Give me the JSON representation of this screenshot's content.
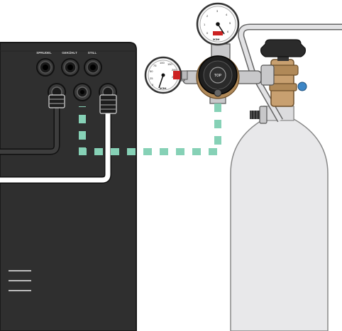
{
  "ports": {
    "labels": [
      "SPRUDEL",
      "GEKÜHLT",
      "STILL"
    ]
  },
  "gauges": {
    "left": {
      "brand": "ЖЭН",
      "ticks": [
        "0",
        "25",
        "50",
        "75",
        "100",
        "150",
        "200",
        "250"
      ]
    },
    "right": {
      "brand": "ЖЭН",
      "ticks": [
        "0",
        "1",
        "2",
        "3",
        "4",
        "5",
        "6"
      ]
    }
  },
  "regulator": {
    "logo_text": "TOP"
  },
  "colors": {
    "unit_body": "#2f2f2f",
    "unit_edge": "#1a1a1a",
    "co2_line": "#86d1b6",
    "cylinder": "#e8e8ea",
    "brass": "#c8a070",
    "hose_light": "#ffffff",
    "hose_dark": "#333333"
  },
  "icons": {
    "vent": "vent-lines-icon"
  }
}
